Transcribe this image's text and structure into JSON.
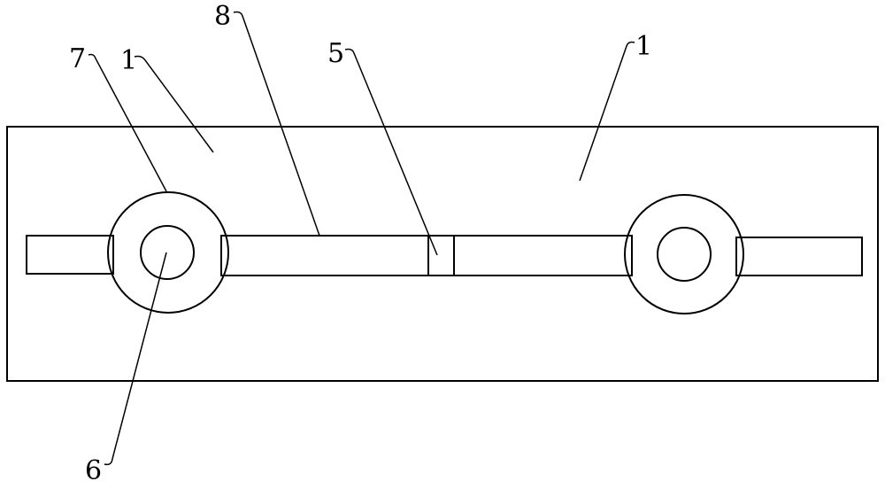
{
  "callouts": {
    "label_1_left": "1",
    "label_1_right": "1",
    "label_5": "5",
    "label_6": "6",
    "label_7": "7",
    "label_8": "8"
  },
  "colors": {
    "stroke": "#000000",
    "background": "#ffffff"
  }
}
